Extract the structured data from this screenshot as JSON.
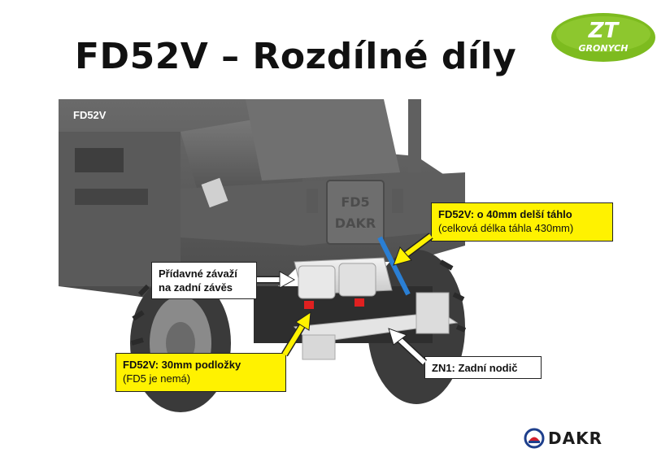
{
  "slide": {
    "title": "FD52V – Rozdílné díly"
  },
  "logo": {
    "line1": "ZT",
    "line2": "GRONYCH",
    "color": "#7dbb1f"
  },
  "photo": {
    "label": "FD52V",
    "plate_top": "FD5",
    "plate_bottom": "DAKR"
  },
  "callouts": {
    "rod": {
      "line1": "FD52V: o 40mm delší táhlo",
      "line2": "(celková délka táhla 430mm)"
    },
    "weight": {
      "line1": "Přídavné závaží",
      "line2": "na zadní závěs"
    },
    "pads": {
      "line1": "FD52V:  30mm podložky",
      "line2": "(FD5 je nemá)"
    },
    "hitch": {
      "line1": "ZN1: Zadní nodič"
    }
  },
  "brand": {
    "name": "DAKR"
  },
  "colors": {
    "callout_yellow": "#fff200",
    "arrow_white": "#ffffff",
    "arrow_yellow": "#fff200"
  }
}
